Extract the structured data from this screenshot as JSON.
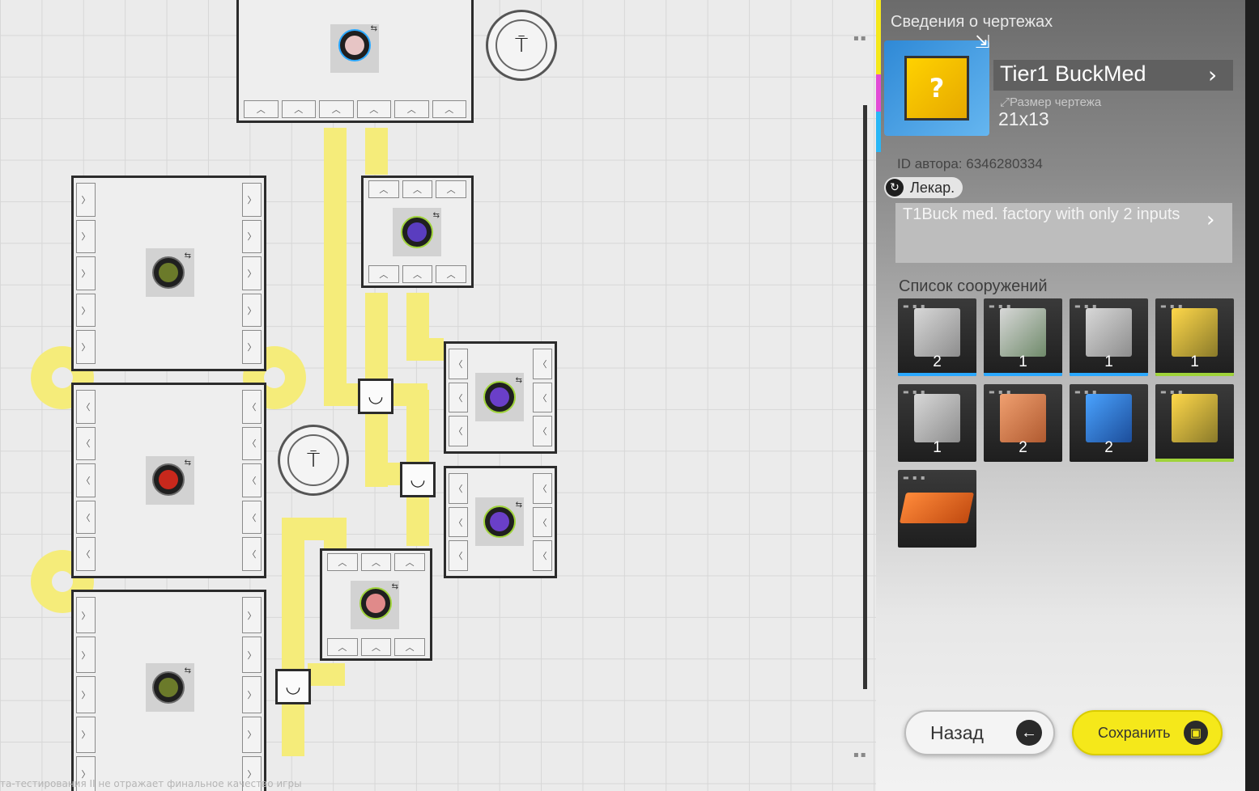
{
  "panel": {
    "title": "Сведения о чертежах",
    "blueprint_name": "Tier1 BuckMed",
    "size_label": "Размер чертежа",
    "size_value": "21x13",
    "author_id": "ID автора: 6346280334",
    "tag": "Лекар.",
    "description": "T1Buck med. factory with only 2 inputs",
    "structures_heading": "Список сооружений",
    "structures": [
      {
        "icon": "assembler-machine",
        "count": "2",
        "accent": "#2aa8ff"
      },
      {
        "icon": "refinery-machine",
        "count": "1",
        "accent": "#2aa8ff"
      },
      {
        "icon": "press-machine",
        "count": "1",
        "accent": "#2aa8ff"
      },
      {
        "icon": "gearing-unit",
        "count": "1",
        "accent": "#9fd33a"
      },
      {
        "icon": "storage-tower",
        "count": "1",
        "accent": ""
      },
      {
        "icon": "filling-unit",
        "count": "2",
        "accent": ""
      },
      {
        "icon": "relay-tower",
        "count": "2",
        "accent": ""
      },
      {
        "icon": "depot-box",
        "count": "",
        "accent": "#9fd33a"
      },
      {
        "icon": "floor-plate",
        "count": "",
        "accent": ""
      }
    ]
  },
  "buttons": {
    "back": "Назад",
    "save": "Сохранить"
  },
  "footer_note": "та-тестирования II не отражает финальное качество игры",
  "colors": {
    "belt": "#f5ec7a",
    "accent_yellow": "#f5e81a",
    "strip": [
      "#f5e81a",
      "#e24bd6",
      "#29b6f6"
    ]
  },
  "canvas": {
    "machine_arrows": {
      "left": "〉",
      "right": "〈",
      "up": "︿"
    },
    "pylon_glyph": "⍑",
    "bridge_glyph": "◡"
  }
}
